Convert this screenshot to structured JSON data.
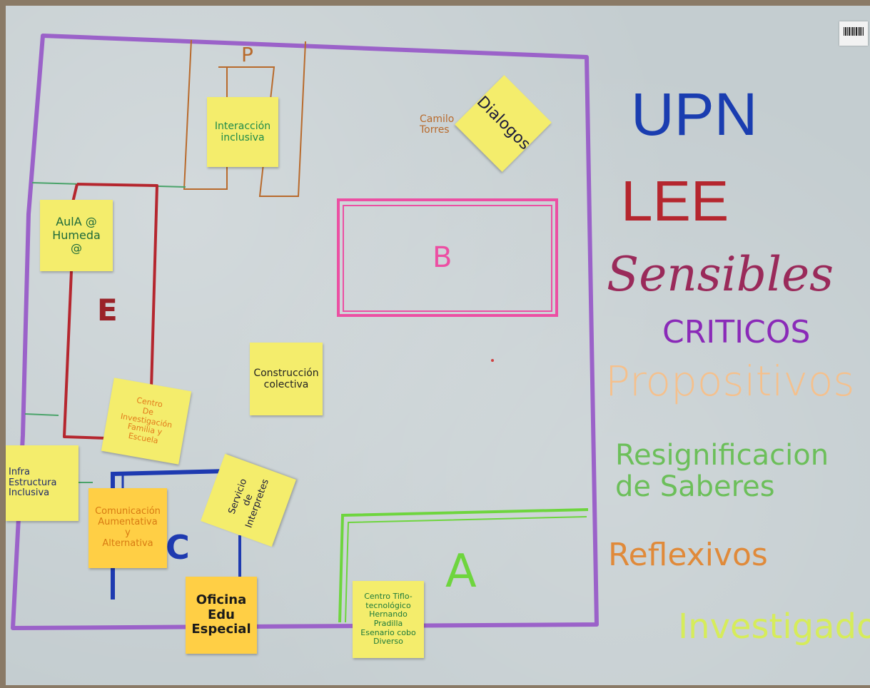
{
  "map": {
    "zone_labels": {
      "p": "P",
      "b": "B",
      "e": "E",
      "a": "A",
      "c": "C"
    },
    "freehand_label": "Camilo\nTorres",
    "notes": [
      {
        "key": "interaccion",
        "text": "Interacción\ninclusiva"
      },
      {
        "key": "dialogos",
        "text": "Dialogos"
      },
      {
        "key": "aula",
        "text": "AulA @\nHumeda\n@"
      },
      {
        "key": "construccion",
        "text": "Construcción\ncolectiva"
      },
      {
        "key": "centro_inv",
        "text": "Centro\nDe\nInvestigación\nFamilia y\nEscuela"
      },
      {
        "key": "infra",
        "text": "Infra\nEstructura\nInclusiva"
      },
      {
        "key": "comunicacion",
        "text": "Comunicación\nAumentativa\ny\nAlternativa"
      },
      {
        "key": "servicio",
        "text": "Servicio\nde\nInterpretes"
      },
      {
        "key": "oficina",
        "text": "Oficina\nEdu\nEspecial"
      },
      {
        "key": "centro_tiflo",
        "text": "Centro Tiflo-\ntecnológico\nHernando\nPradilla\nEsenario cobo\nDiverso"
      }
    ]
  },
  "side_words": {
    "upn": "UPN",
    "lee": "LEE",
    "sensibles": "Sensibles",
    "criticos": "CRITICOS",
    "propositivos": "Propositivos",
    "resignificacion": "Resignificacion\nde Saberes",
    "reflexivos": "Reflexivos",
    "investigadores": "Investigado"
  },
  "colors": {
    "paper": "#c4cdd0",
    "outer_border": "#9b62c9",
    "zone_p": "#b86a2c",
    "zone_b": "#ec4fa3",
    "zone_e": "#b5262e",
    "zone_a": "#6ed53e",
    "zone_c": "#1e3ab0",
    "note_yellow": "#f4ed6c",
    "note_orange": "#ffcf45"
  }
}
